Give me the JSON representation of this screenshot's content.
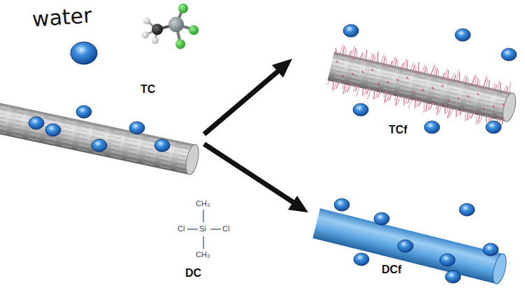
{
  "diagram": {
    "labels": [
      "water",
      "TC",
      "TCf",
      "DC",
      "DCf",
      "CH₃",
      "Cl",
      "Si",
      "Cl",
      "CH₃"
    ]
  }
}
